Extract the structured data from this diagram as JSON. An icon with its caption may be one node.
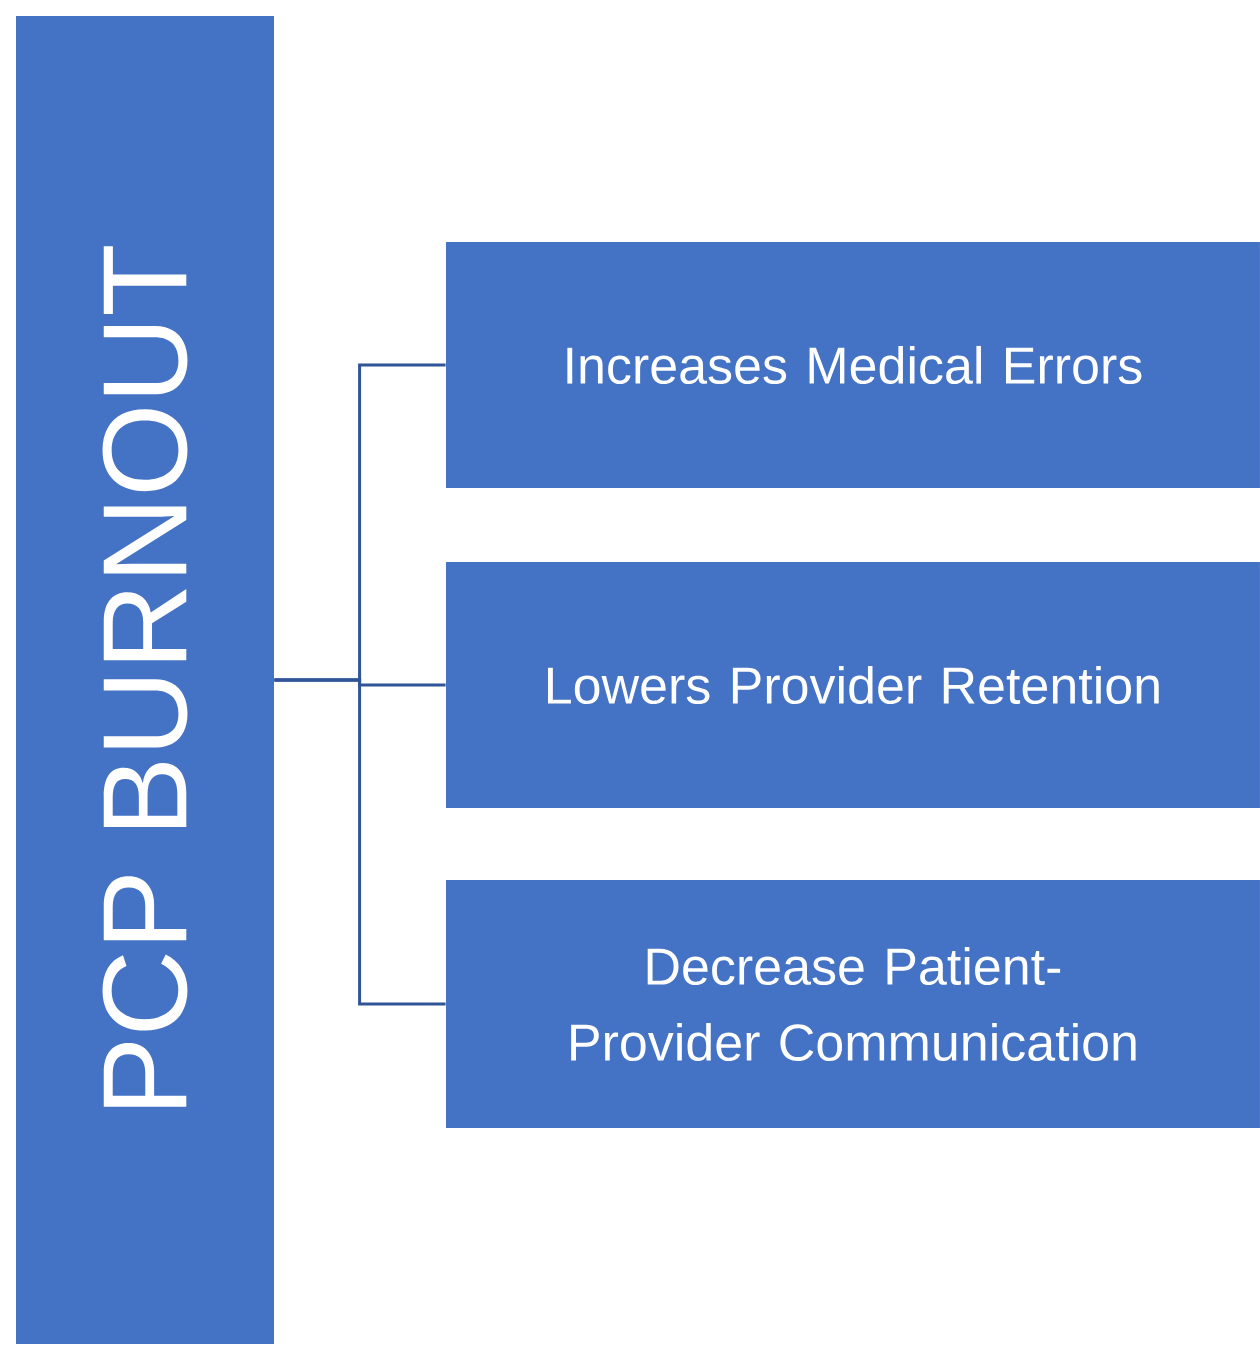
{
  "diagram": {
    "nodes": [
      {
        "text": [
          "PCP BURNOUT"
        ]
      },
      {
        "text": [
          "Increases Medical Errors"
        ]
      },
      {
        "text": [
          "Lowers Provider Retention"
        ]
      },
      {
        "text": [
          "Decrease Patient-Provider Communication"
        ]
      }
    ],
    "edges": [
      {
        "from": 0,
        "to": 1,
        "arrow": "none"
      },
      {
        "from": 0,
        "to": 2,
        "arrow": "none"
      },
      {
        "from": 0,
        "to": 3,
        "arrow": "none"
      }
    ]
  }
}
